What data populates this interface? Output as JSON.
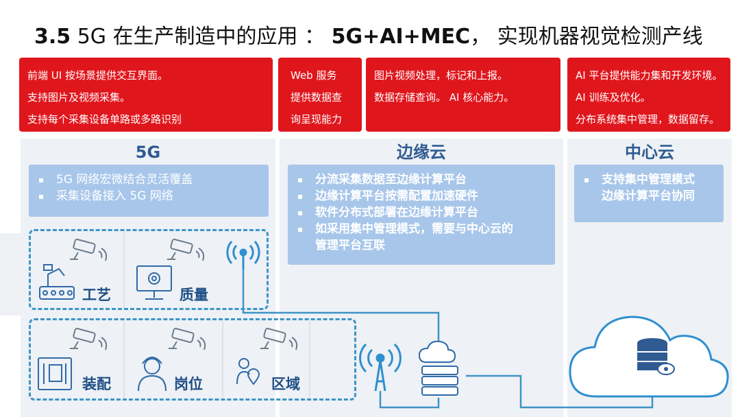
{
  "slide": {
    "title": {
      "number": "3.5",
      "prefix": " 5G 在生产制造中的应用 ：",
      "strong": "5G+AI+MEC",
      "suffix": "， 实现机器视觉检测产线"
    }
  },
  "red_boxes": [
    {
      "lines": [
        "前端 UI 按场景提供交互界面。",
        "支持图片及视频采集。",
        "支持每个采集设备单路或多路识别"
      ]
    },
    {
      "lines": [
        "Web 服务",
        "提供数据查",
        "询呈现能力"
      ]
    },
    {
      "lines": [
        "图片视频处理，标记和上报。",
        "数据存储查询。 AI 核心能力。"
      ]
    },
    {
      "lines": [
        "AI 平台提供能力集和开发环境。",
        "AI 训练及优化。",
        "分布系统集中管理，数据留存。"
      ]
    }
  ],
  "columns": {
    "fiveg": {
      "title": "5G",
      "bullets": [
        "5G 网络宏微结合灵活覆盖",
        "采集设备接入 5G 网络"
      ]
    },
    "edge": {
      "title": "边缘云",
      "bullets": [
        "分流采集数据至边缘计算平台",
        "边缘计算平台按需配置加速硬件",
        "软件分布式部署在边缘计算平台",
        "如采用集中管理模式，需要与中心云的",
        "管理平台互联"
      ]
    },
    "center": {
      "title": "中心云",
      "bullets": [
        "支持集中管理模式",
        "边缘计算平台协同"
      ]
    }
  },
  "cells": {
    "craft": "工艺",
    "quality": "质量",
    "assembly": "装配",
    "post": "岗位",
    "area": "区域"
  },
  "bullet_glyph": "▪",
  "colors": {
    "red": "#e0161d",
    "blue_box": "#a7c6ea",
    "title_blue": "#2f5b92",
    "line_blue": "#3c94c8"
  }
}
